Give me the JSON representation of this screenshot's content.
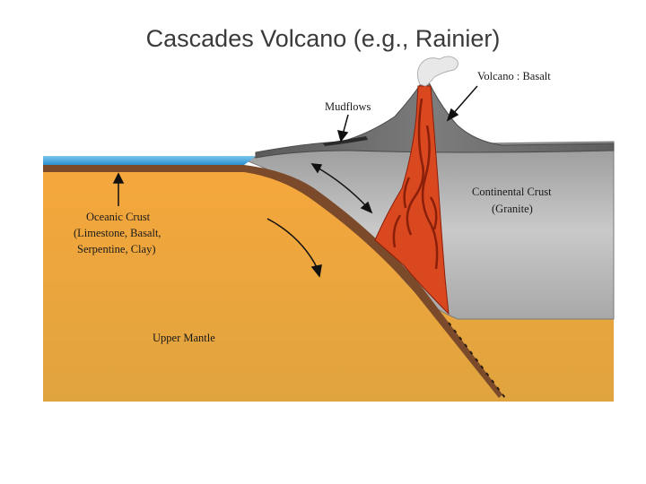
{
  "title": "Cascades Volcano (e.g., Rainier)",
  "labels": {
    "volcano": "Volcano : Basalt",
    "mudflows": "Mudflows",
    "continental_line1": "Continental Crust",
    "continental_line2": "(Granite)",
    "oceanic_line1": "Oceanic Crust",
    "oceanic_line2": "(Limestone, Basalt,",
    "oceanic_line3": "Serpentine, Clay)",
    "upper_mantle": "Upper Mantle"
  },
  "colors": {
    "mantle": "#f2a43a",
    "ocean": "#3aa0d8",
    "oceanic_crust": "#7a4a2a",
    "continental_crust": "#b8b8b8",
    "volcano": "#6e6e6e",
    "magma": "#d9481f"
  }
}
